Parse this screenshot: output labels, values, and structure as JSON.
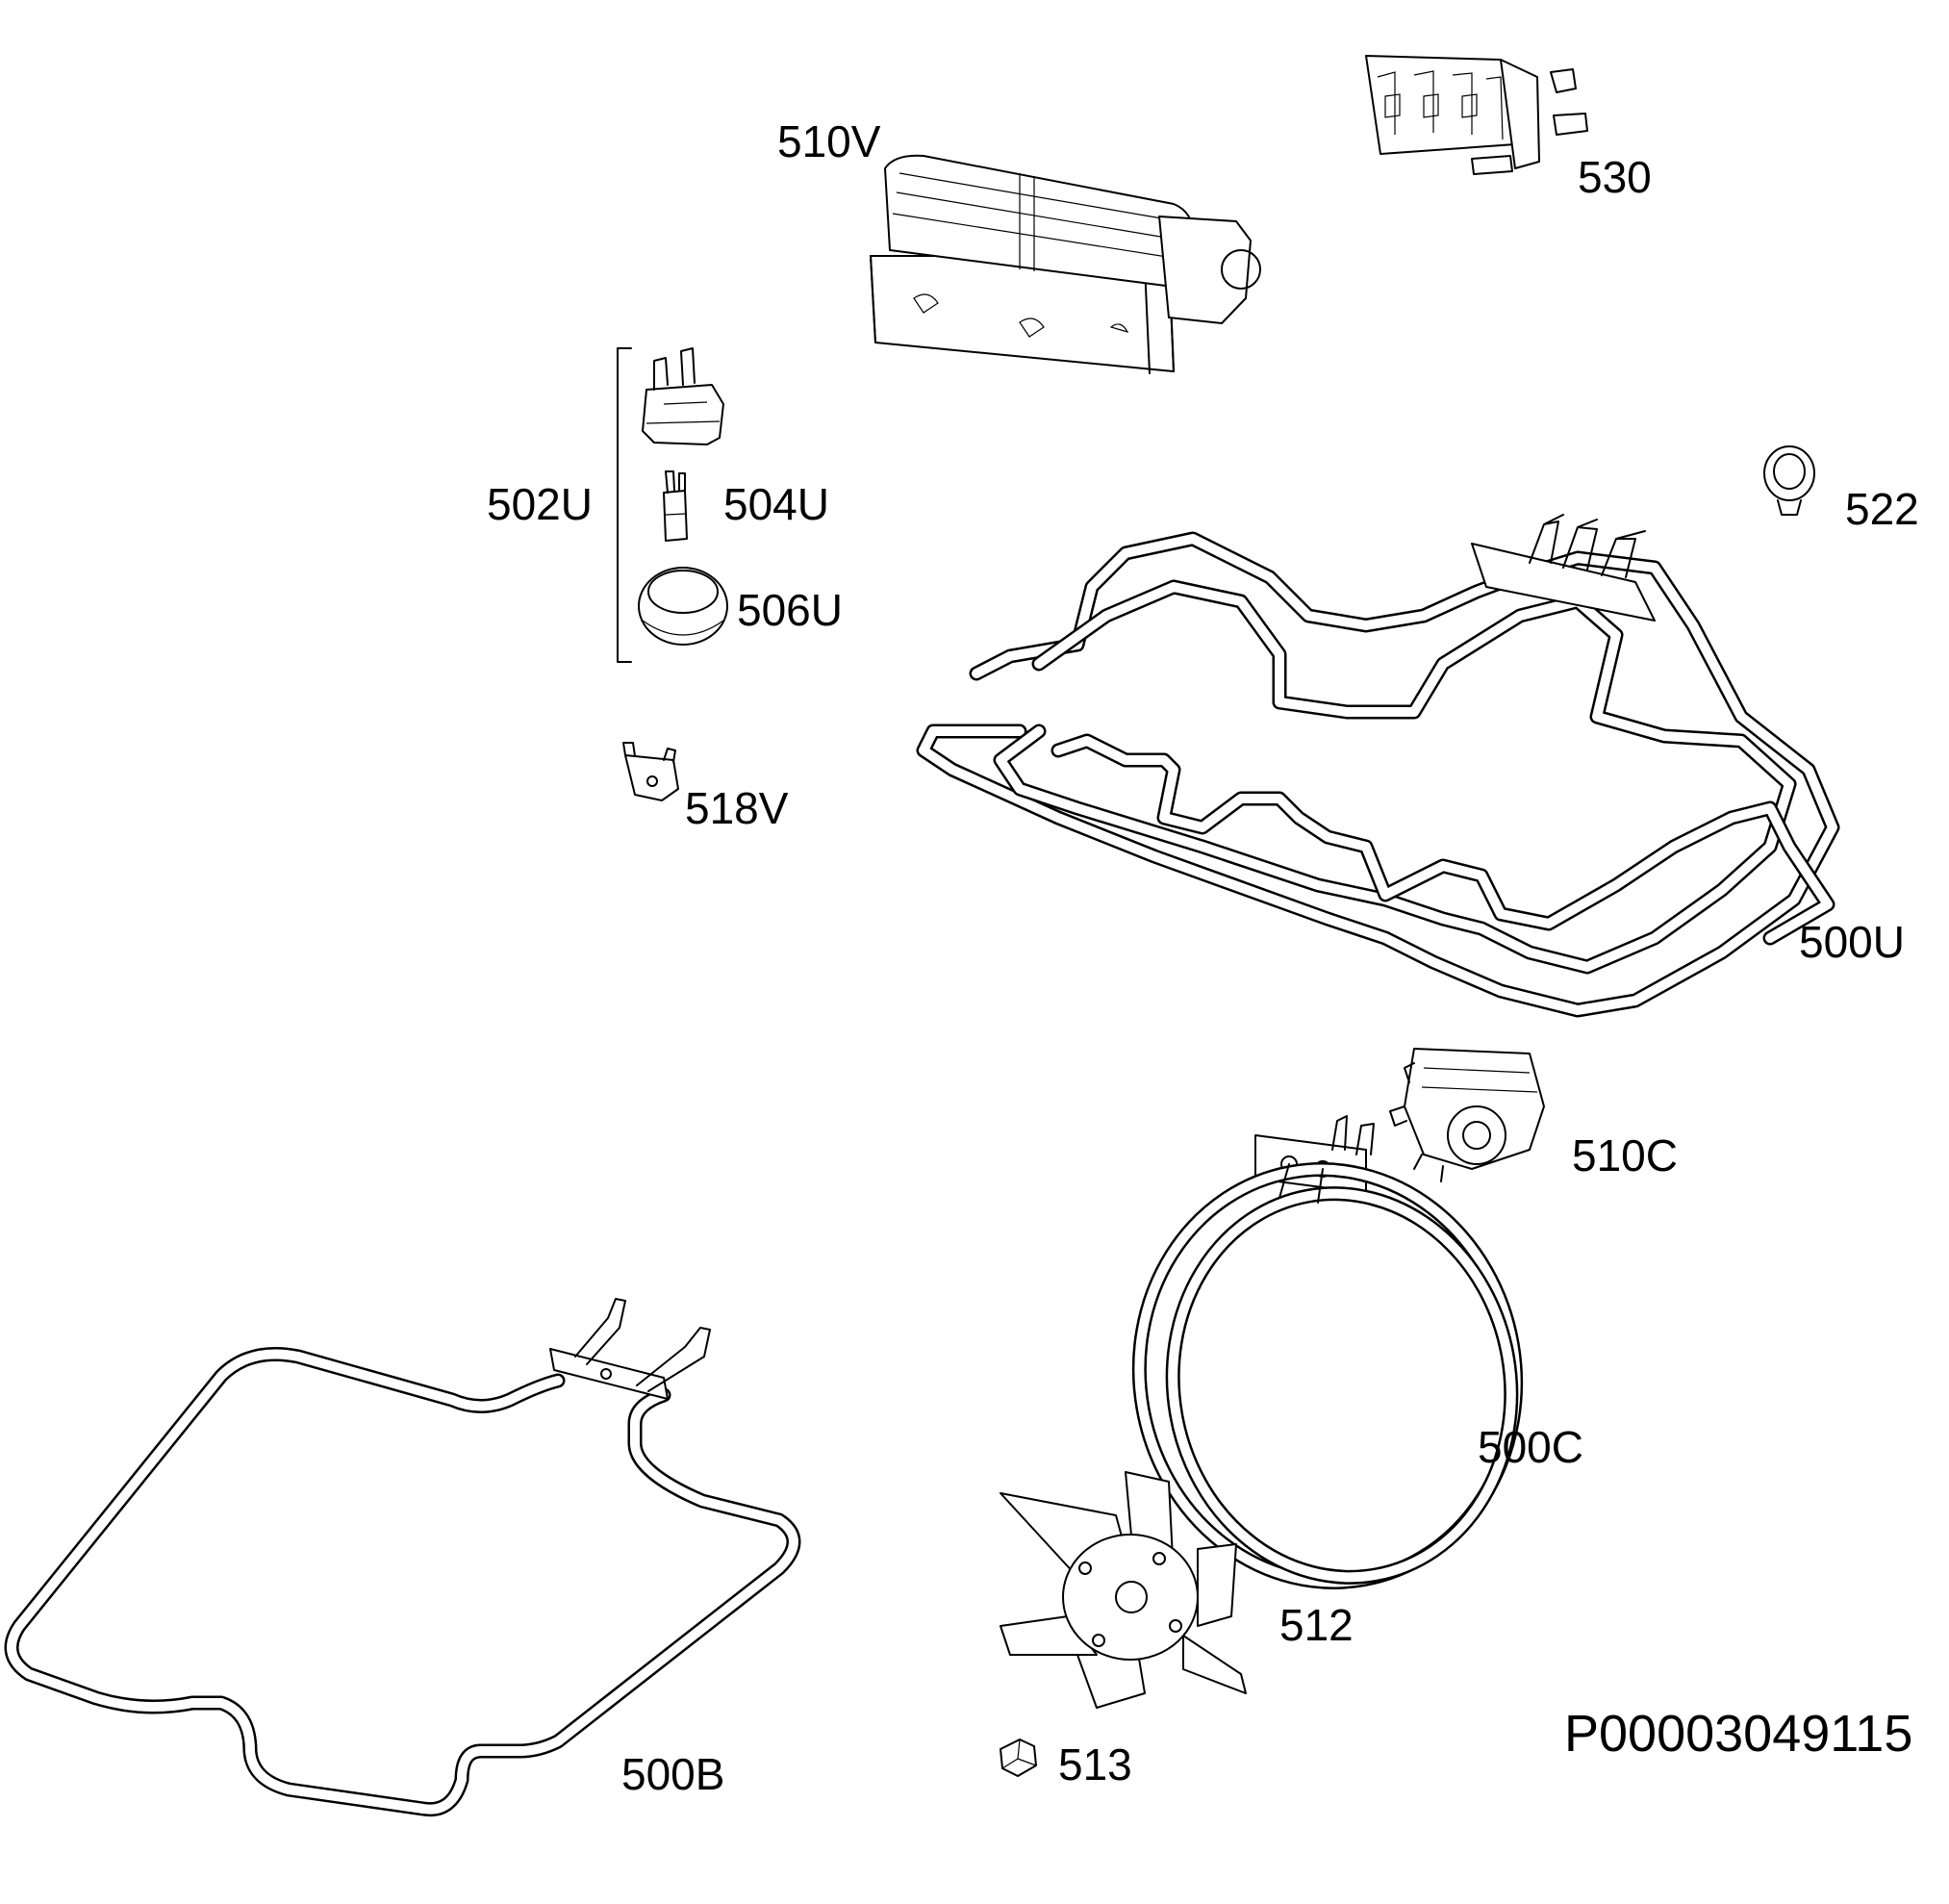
{
  "diagram": {
    "reference_code": "P00003049115",
    "labels": {
      "fan_motor_tangential": "510V",
      "terminal_block": "530",
      "lamp_assembly": "502U",
      "lamp_bulb": "504U",
      "lamp_cover": "506U",
      "clip_522": "522",
      "bracket_518v": "518V",
      "upper_element": "500U",
      "fan_motor_convection": "510C",
      "circular_element": "500C",
      "fan_blade": "512",
      "nut": "513",
      "bottom_element": "500B"
    }
  }
}
